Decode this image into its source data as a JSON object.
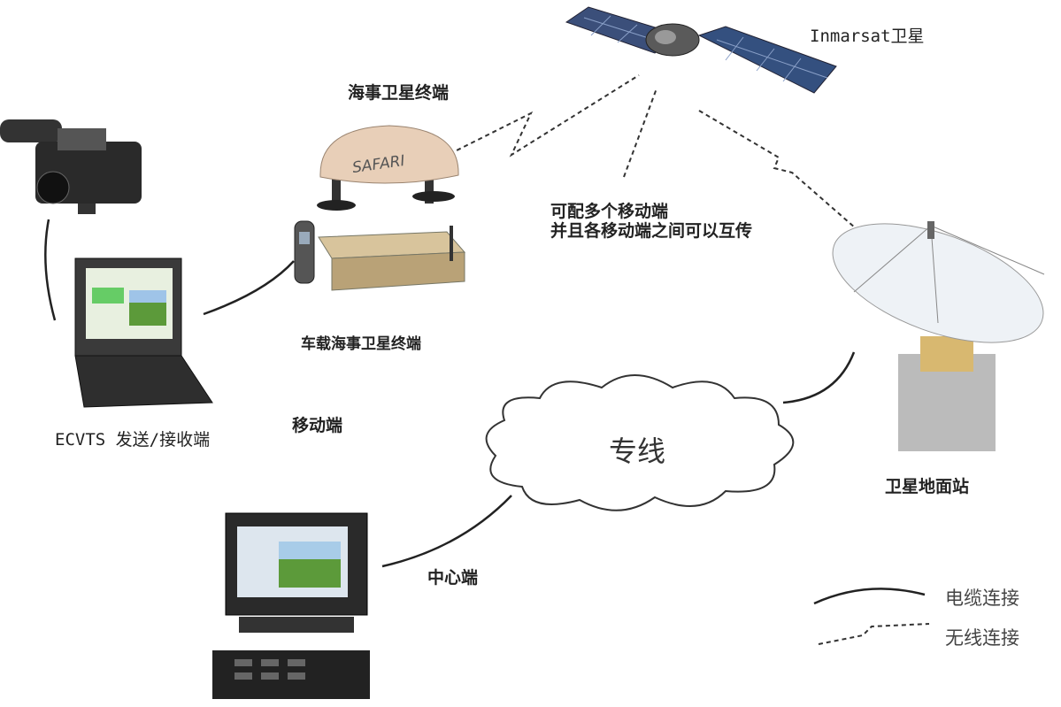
{
  "labels": {
    "satellite": "Inmarsat卫星",
    "maritime_terminal": "海事卫星终端",
    "note_line1": "可配多个移动端",
    "note_line2": "并且各移动端之间可以互传",
    "vehicle_terminal": "车载海事卫星终端",
    "ecvts": "ECVTS 发送/接收端",
    "mobile_end": "移动端",
    "leased_line": "专线",
    "ground_station": "卫星地面站",
    "center_end": "中心端"
  },
  "legend": {
    "cable": "电缆连接",
    "wireless": "无线连接"
  },
  "device_brand": "SAFARI",
  "colors": {
    "line": "#222222",
    "dome": "#e8cfb8",
    "terminal": "#c9b48a"
  }
}
